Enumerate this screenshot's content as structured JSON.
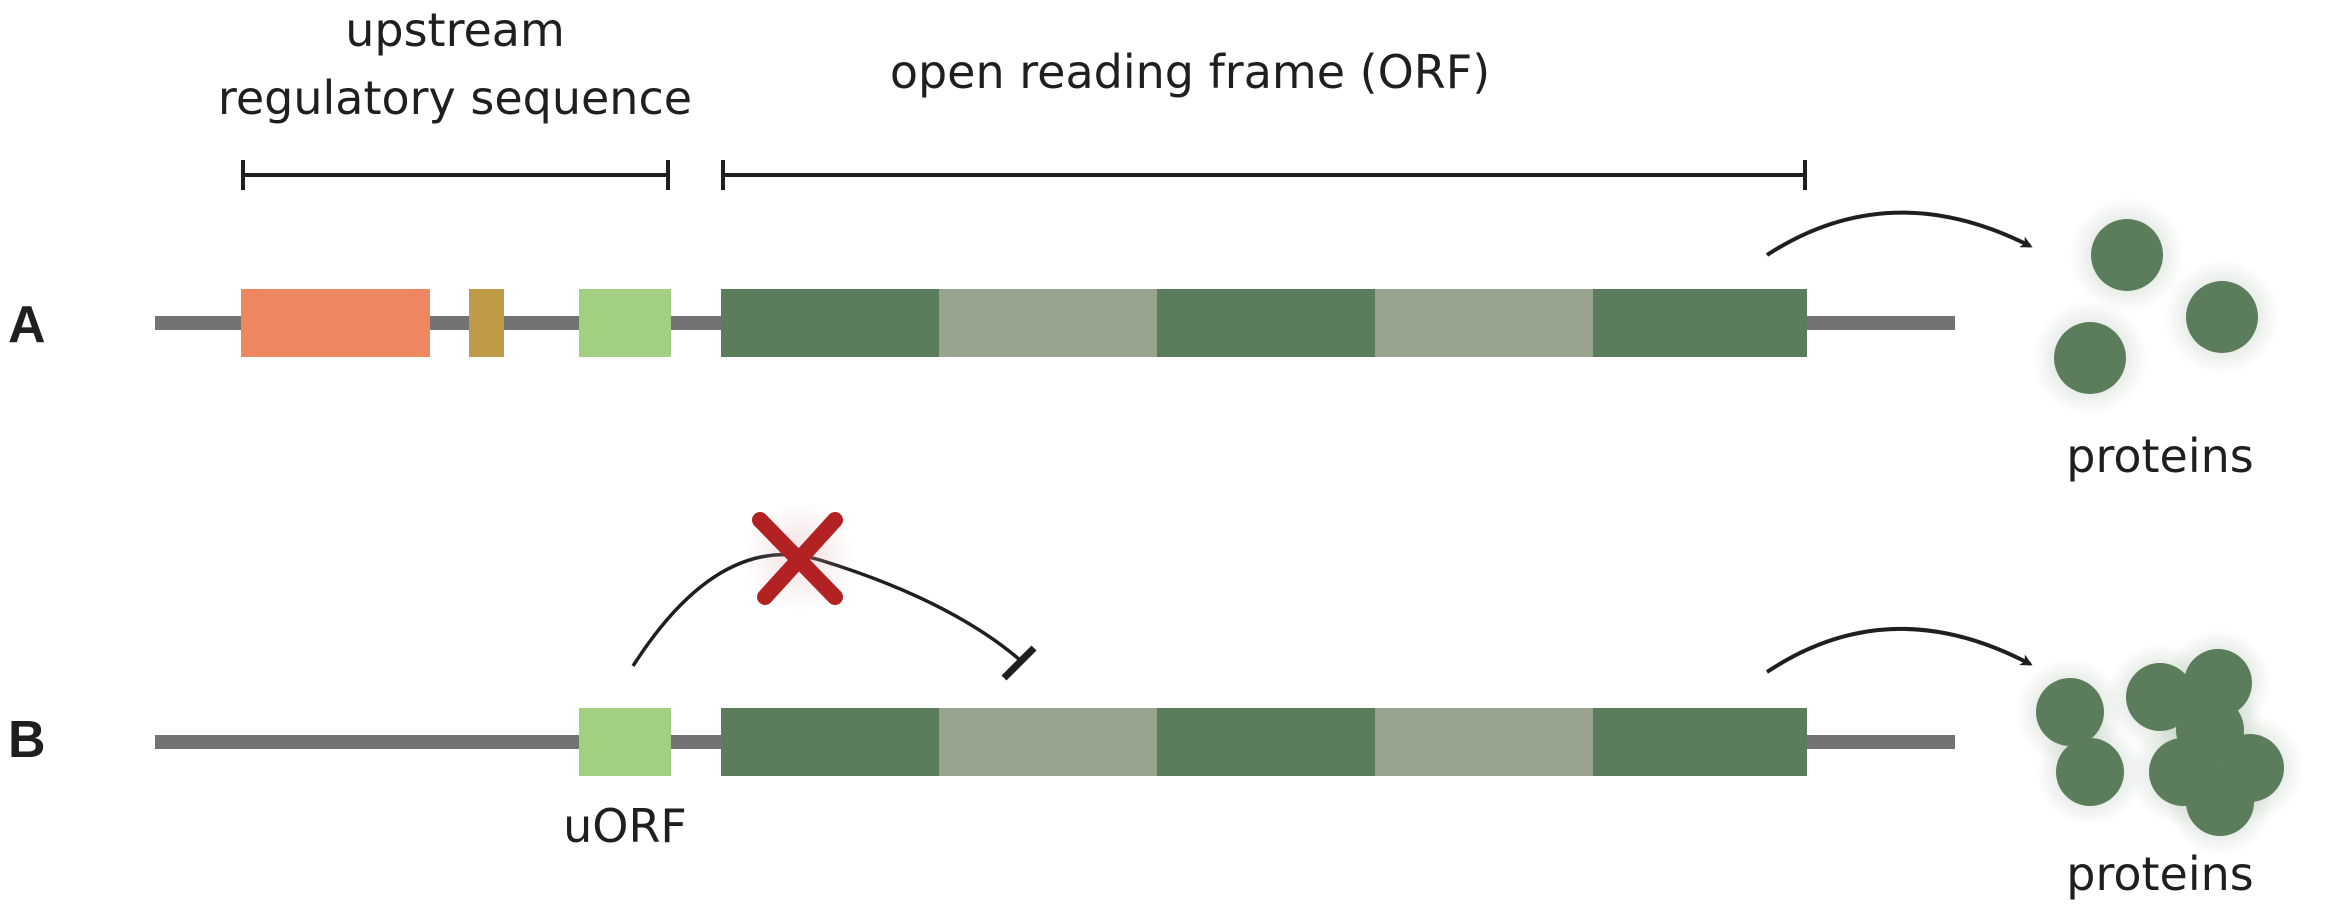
{
  "labels": {
    "upstream_line1": "upstream",
    "upstream_line2": "regulatory sequence",
    "orf": "open reading frame (ORF)",
    "row_a": "A",
    "row_b": "B",
    "proteins_a": "proteins",
    "proteins_b": "proteins",
    "uorf": "uORF"
  },
  "colors": {
    "strand": "#737373",
    "orange_element": "#ee8760",
    "tan_element": "#bf9b47",
    "uorf": "#a2cf80",
    "orf_dark": "#5c7d5c",
    "orf_light": "#97a38f",
    "protein": "#5b7d5b",
    "cross": "#b22222"
  },
  "icons": {
    "arrow_a": "curved-arrow-icon",
    "arrow_b": "curved-arrow-icon",
    "inhibition": "inhibition-arc-icon",
    "cross": "red-x-icon"
  }
}
